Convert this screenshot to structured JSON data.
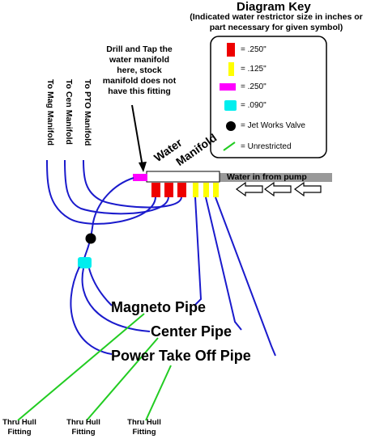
{
  "key": {
    "title": "Diagram Key",
    "subtitle": "(Indicated water restrictor size in inches or part necessary for given symbol)",
    "items": [
      {
        "symbol": "red-rect",
        "label": "= .250\"",
        "color": "#ee0000"
      },
      {
        "symbol": "yellow-rect",
        "label": "= .125\"",
        "color": "#ffff00"
      },
      {
        "symbol": "magenta-rect",
        "label": "= .250\"",
        "color": "#ff00ff"
      },
      {
        "symbol": "cyan-rect",
        "label": "= .090\"",
        "color": "#00eeee"
      },
      {
        "symbol": "black-dot",
        "label": "= Jet Works Valve",
        "color": "#000000"
      },
      {
        "symbol": "green-line",
        "label": "= Unrestricted",
        "color": "#22cc22"
      }
    ]
  },
  "annotations": {
    "drill_note": "Drill and Tap the water manifold here, stock manifold does not have this fitting",
    "water_label": "Water",
    "manifold_label": "Manifold",
    "pump_label": "Water in from pump"
  },
  "manifold_labels": {
    "mag": "To Mag Manifold",
    "cen": "To Cen Manifold",
    "pto": "To PTO Manifold"
  },
  "pipes": {
    "magneto": "Magneto Pipe",
    "center": "Center Pipe",
    "pto": "Power Take Off Pipe"
  },
  "fittings": {
    "label": "Thru Hull Fitting"
  },
  "colors": {
    "line": "#1a1acc",
    "green": "#22cc22",
    "red": "#ee0000",
    "yellow": "#ffff00",
    "magenta": "#ff00ff",
    "cyan": "#00eeee",
    "gray": "#999999"
  }
}
